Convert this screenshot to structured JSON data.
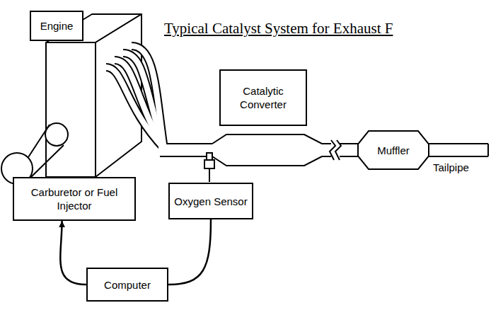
{
  "diagram": {
    "title": "Typical Catalyst System for Exhaust F",
    "nodes": [
      {
        "text": [
          "Engine"
        ]
      },
      {
        "text": [
          "Catalytic Converter"
        ]
      },
      {
        "text": [
          "Muffler"
        ]
      },
      {
        "text": [
          "Carburetor or Fuel Injector"
        ]
      },
      {
        "text": [
          "Oxygen Sensor"
        ]
      },
      {
        "text": [
          "Computer"
        ]
      }
    ],
    "edges": [
      {
        "from": 5,
        "to": 3,
        "arrow": "to"
      },
      {
        "from": 4,
        "to": 5,
        "arrow": "none"
      }
    ],
    "labels": [
      "Tailpipe"
    ]
  }
}
